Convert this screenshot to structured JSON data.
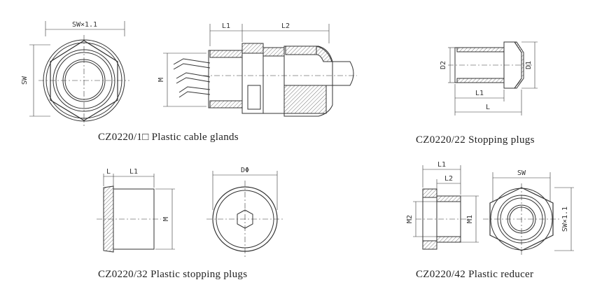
{
  "captions": {
    "glands": "CZ0220/1□  Plastic cable glands",
    "stopping22": "CZ0220/22  Stopping plugs",
    "stopping32": "CZ0220/32  Plastic stopping plugs",
    "reducer42": "CZ0220/42  Plastic reducer"
  },
  "labels": {
    "sw_x": "SW×1.1",
    "sw": "SW",
    "l1": "L1",
    "l2": "L2",
    "l": "L",
    "m": "M",
    "m1": "M1",
    "m2": "M2",
    "d1": "D1",
    "d2": "D2",
    "dphi": "DΦ"
  },
  "colors": {
    "line": "#333333",
    "hatch": "#555555"
  }
}
